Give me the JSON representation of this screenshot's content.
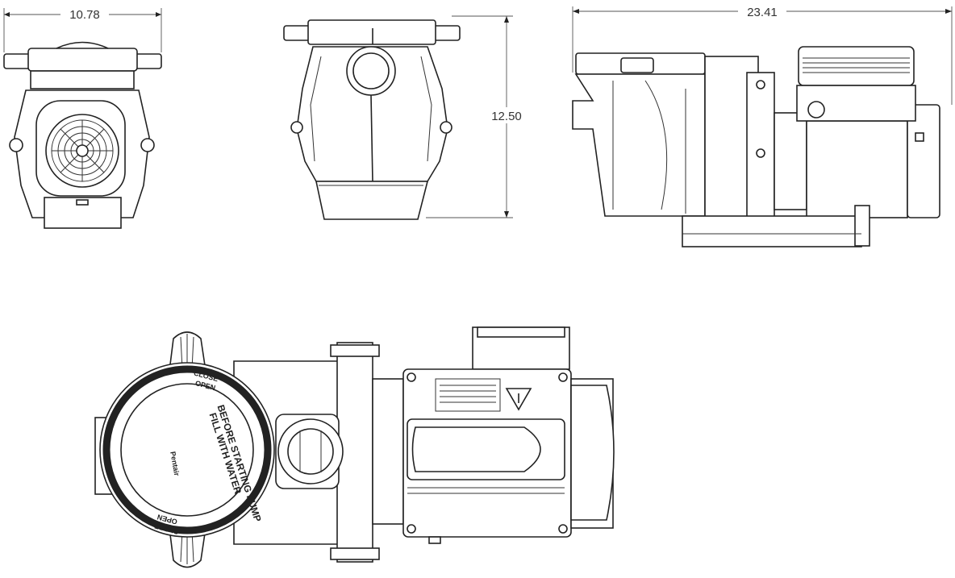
{
  "dimensions": {
    "width": "10.78",
    "height": "12.50",
    "length": "23.41"
  },
  "lid": {
    "close_label": "CLOSE",
    "open_label": "OPEN",
    "warning_line1": "BEFORE STARTING PUMP",
    "warning_line2": "FILL WITH WATER"
  }
}
